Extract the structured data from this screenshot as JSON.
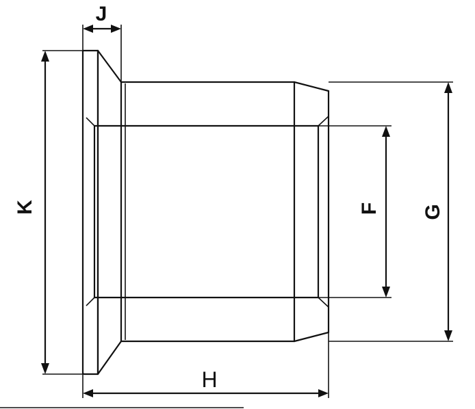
{
  "diagram": {
    "labels": {
      "j": "J",
      "k": "K",
      "f": "F",
      "g": "G",
      "h": "H"
    }
  }
}
